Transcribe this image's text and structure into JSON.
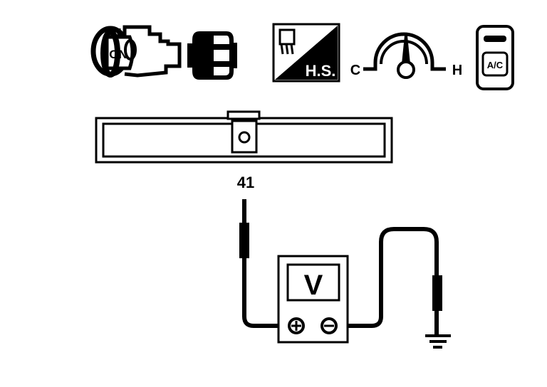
{
  "icons": {
    "ignition_label": "ON",
    "hs_label": "H.S.",
    "gauge_cold": "C",
    "gauge_hot": "H",
    "ac_label": "A/C"
  },
  "connector": {
    "terminal": "41"
  },
  "meter": {
    "label": "V",
    "plus": "+",
    "minus": "−"
  },
  "colors": {
    "ink": "#000000",
    "paper": "#ffffff"
  }
}
